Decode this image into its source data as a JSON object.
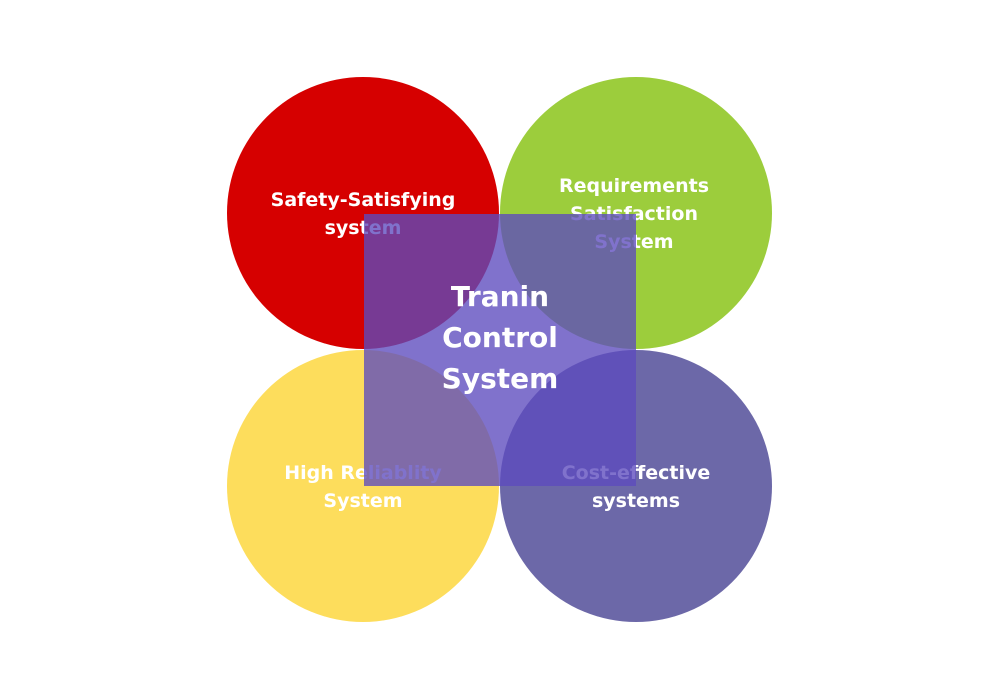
{
  "diagram": {
    "center": {
      "title": "Tranin\nControl\nSystem",
      "color": "#5c4abe"
    },
    "nodes": [
      {
        "id": "red",
        "label": "Safety-Satisfying\nsystem",
        "color": "#d60000"
      },
      {
        "id": "green",
        "label": "Requirements\nSatisfaction\nSystem",
        "color": "#9ccd3c"
      },
      {
        "id": "yellow",
        "label": "High Reliablity\nSystem",
        "color": "#fddd5c"
      },
      {
        "id": "purple",
        "label": "Cost-effective\nsystems",
        "color": "#6c68a8"
      }
    ]
  }
}
